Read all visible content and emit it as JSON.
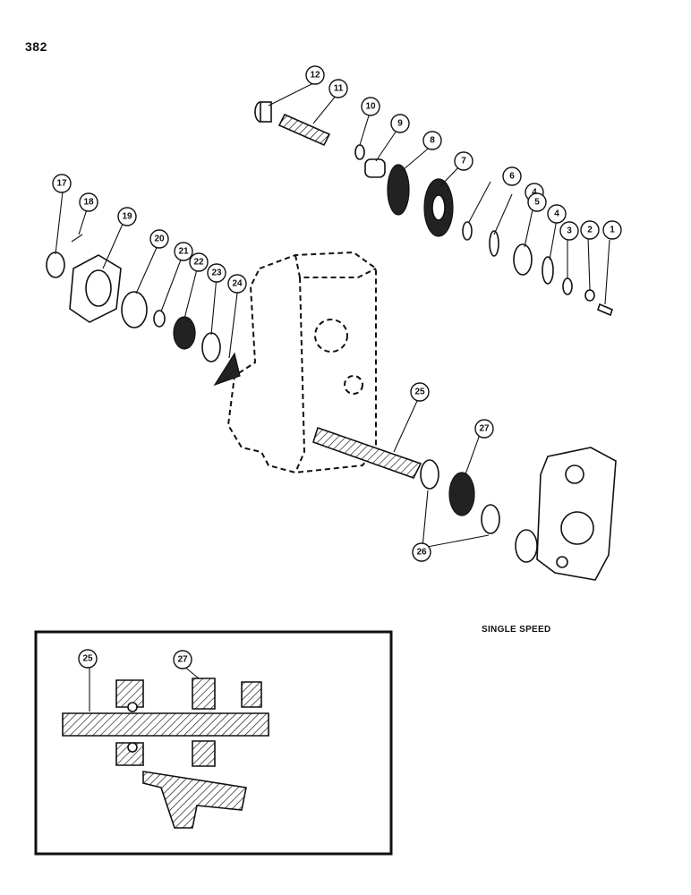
{
  "page_number": "382",
  "caption": "SINGLE SPEED",
  "callouts": [
    {
      "label": "1"
    },
    {
      "label": "2"
    },
    {
      "label": "3"
    },
    {
      "label": "4"
    },
    {
      "label": "4"
    },
    {
      "label": "5"
    },
    {
      "label": "6"
    },
    {
      "label": "7"
    },
    {
      "label": "8"
    },
    {
      "label": "9"
    },
    {
      "label": "10"
    },
    {
      "label": "11"
    },
    {
      "label": "12"
    },
    {
      "label": "17"
    },
    {
      "label": "18"
    },
    {
      "label": "19"
    },
    {
      "label": "20"
    },
    {
      "label": "21"
    },
    {
      "label": "22"
    },
    {
      "label": "23"
    },
    {
      "label": "24"
    },
    {
      "label": "25"
    },
    {
      "label": "26"
    },
    {
      "label": "27"
    }
  ],
  "inset_callouts": [
    {
      "label": "25"
    },
    {
      "label": "27"
    }
  ]
}
